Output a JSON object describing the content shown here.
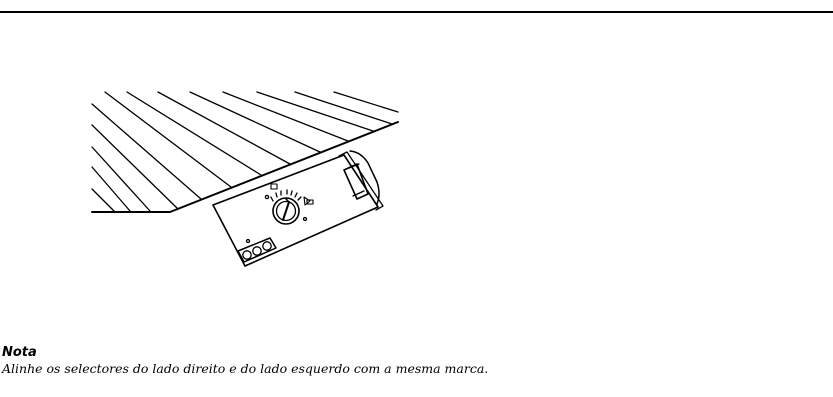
{
  "note": {
    "title": "Nota",
    "text": "Alinhe os selectores do lado direito e do lado esquerdo com a mesma marca."
  },
  "illustration": {
    "subject": "device-mounted-on-hatched-wall"
  },
  "colors": {
    "ink": "#000000",
    "background": "#ffffff"
  }
}
